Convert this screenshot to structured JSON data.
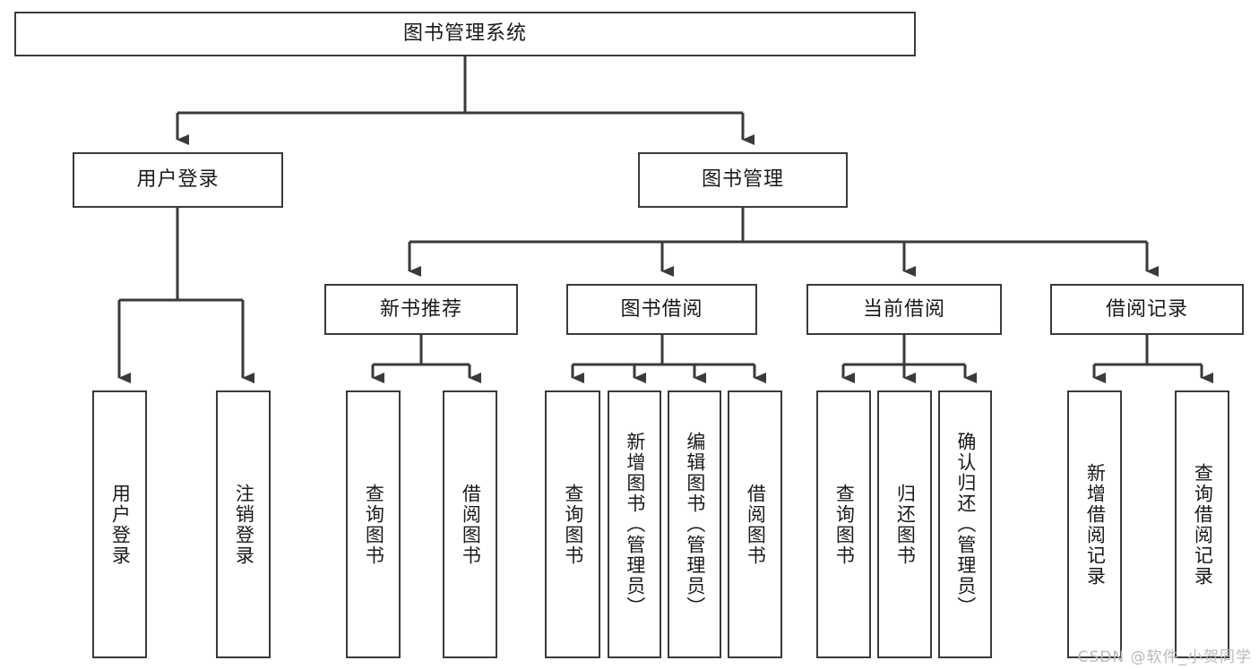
{
  "diagram": {
    "title": "图书管理系统",
    "watermark": "CSDN @软件_小贺同学",
    "line_color": "#3a3a3a",
    "box_fill": "#ffffff",
    "text_color": "#1a1a1a",
    "levels": {
      "root": {
        "label": "图书管理系统"
      },
      "level2": [
        {
          "label": "用户登录"
        },
        {
          "label": "图书管理"
        }
      ],
      "level3": [
        {
          "label": "新书推荐"
        },
        {
          "label": "图书借阅"
        },
        {
          "label": "当前借阅"
        },
        {
          "label": "借阅记录"
        }
      ],
      "level4": [
        {
          "label": "用户登录",
          "parent": "用户登录"
        },
        {
          "label": "注销登录",
          "parent": "用户登录"
        },
        {
          "label": "查询图书",
          "parent": "新书推荐"
        },
        {
          "label": "借阅图书",
          "parent": "新书推荐"
        },
        {
          "label": "查询图书",
          "parent": "图书借阅"
        },
        {
          "label": "新增图书（管理员）",
          "parent": "图书借阅"
        },
        {
          "label": "编辑图书（管理员）",
          "parent": "图书借阅"
        },
        {
          "label": "借阅图书",
          "parent": "图书借阅"
        },
        {
          "label": "查询图书",
          "parent": "当前借阅"
        },
        {
          "label": "归还图书",
          "parent": "当前借阅"
        },
        {
          "label": "确认归还（管理员）",
          "parent": "当前借阅"
        },
        {
          "label": "新增借阅记录",
          "parent": "借阅记录"
        },
        {
          "label": "查询借阅记录",
          "parent": "借阅记录"
        }
      ]
    }
  }
}
